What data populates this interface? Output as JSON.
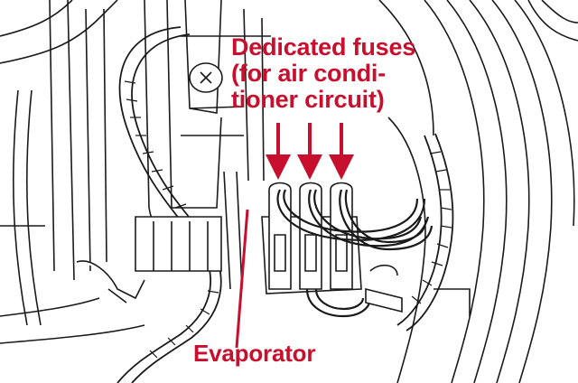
{
  "callouts": {
    "fuses": {
      "lines": [
        "Dedicated fuses",
        "(for air condi-",
        "tioner circuit)"
      ]
    },
    "evaporator": {
      "text": "Evaporator"
    }
  },
  "colors": {
    "callout": "#c8102e",
    "ink": "#1a1a1a",
    "paper": "#ffffff"
  }
}
